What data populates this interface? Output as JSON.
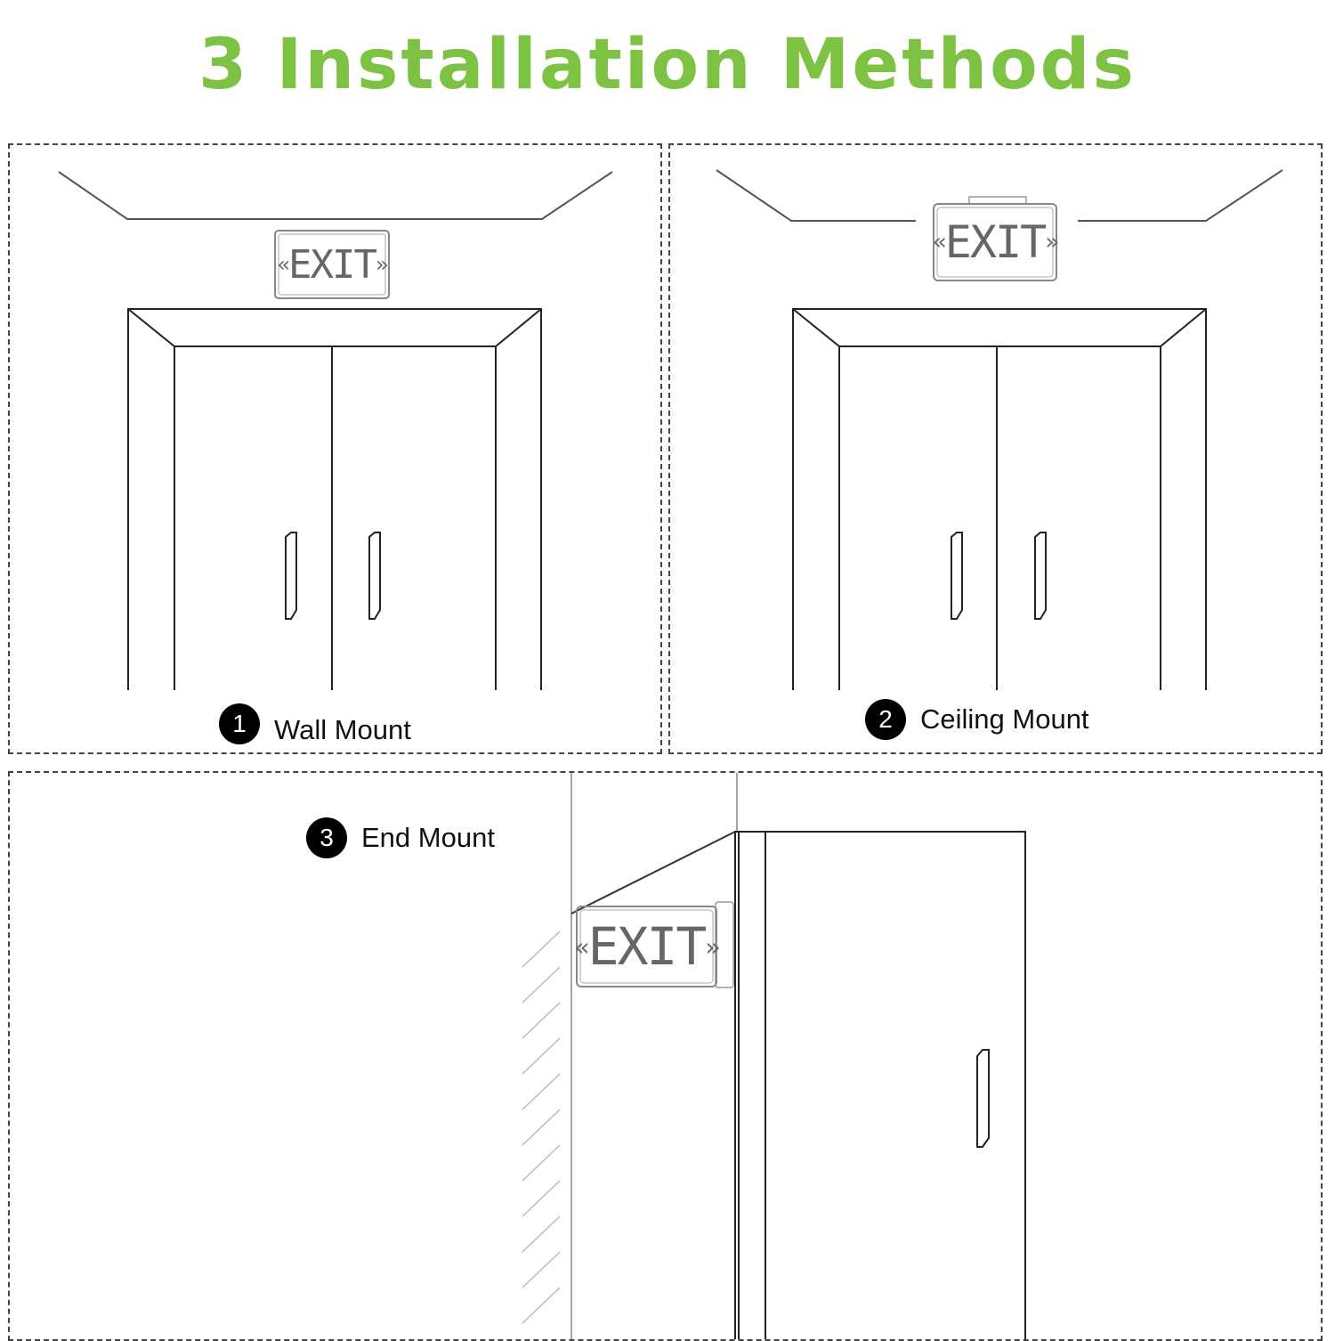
{
  "title": "3 Installation Methods",
  "methods": [
    {
      "number": "1",
      "label": "Wall Mount"
    },
    {
      "number": "2",
      "label": "Ceiling Mount"
    },
    {
      "number": "3",
      "label": "End Mount"
    }
  ],
  "sign": {
    "text": "EXIT",
    "left_chevron": "«",
    "right_chevron": "»"
  },
  "colors": {
    "title": "#7dc242",
    "line": "#222222",
    "sign": "#777777"
  }
}
